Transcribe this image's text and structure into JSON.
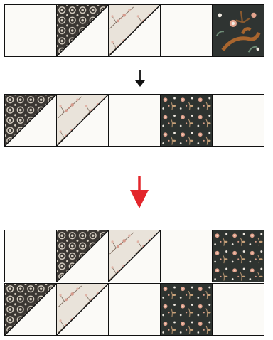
{
  "colors": {
    "cream": "#fbfaf7",
    "outline": "#111111",
    "black_arrow": "#111111",
    "red_arrow": "#e3262b",
    "geo_bg": "#3b3733",
    "geo_motif": "#d9d1c4",
    "blossom_bg": "#e9e3da",
    "blossom_flower": "#d59a8c",
    "blossom_branch": "#6e5a4c",
    "floral_bg": "#2e3330",
    "floral_flower": "#e3a48e",
    "floral_leaf": "#c9a27a"
  },
  "rows": {
    "top_strip": [
      "plain",
      "geo-hst",
      "blossom-hst",
      "plain",
      "woodland-square"
    ],
    "middle_strip": [
      "geo-hst",
      "blossom-hst",
      "plain",
      "floral-square",
      "plain"
    ],
    "result_top": [
      "plain",
      "geo-hst",
      "blossom-hst",
      "plain",
      "floral-square"
    ],
    "result_bottom": [
      "geo-hst",
      "blossom-hst",
      "plain",
      "floral-square",
      "plain"
    ]
  },
  "icons": {
    "small_arrow": "arrow-down-icon",
    "big_arrow": "arrow-down-icon"
  }
}
